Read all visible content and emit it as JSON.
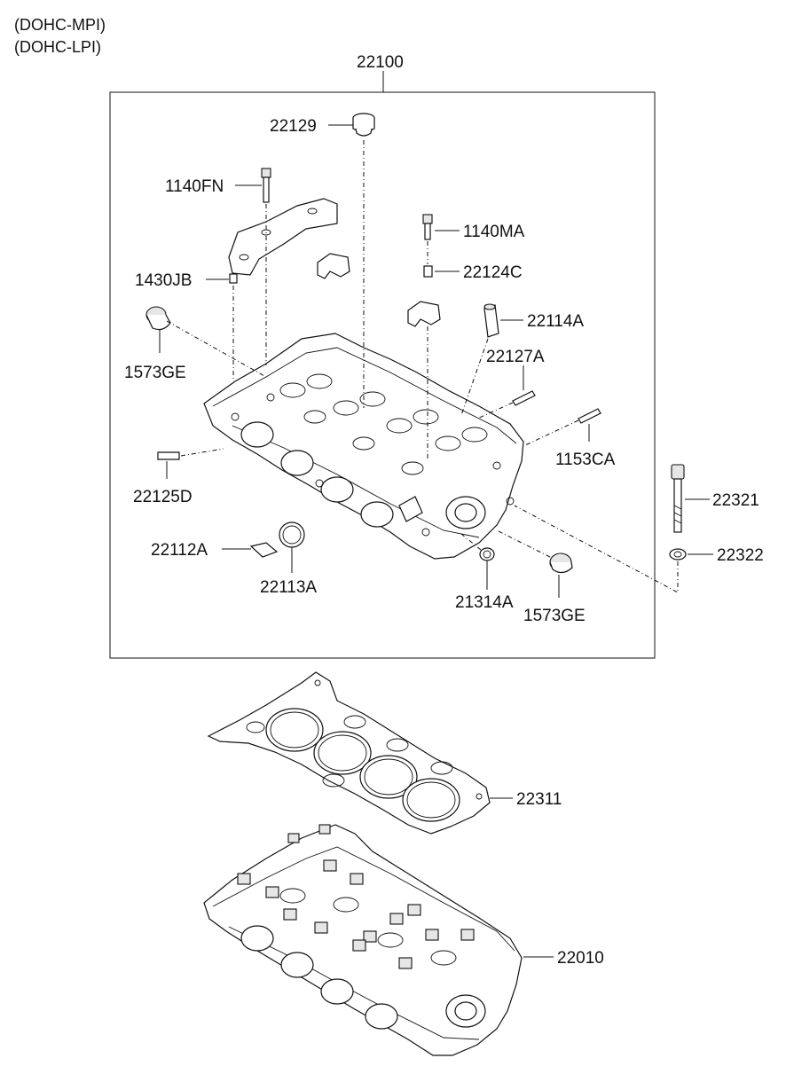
{
  "engine_variants": [
    "(DOHC-MPI)",
    "(DOHC-LPI)"
  ],
  "parts": {
    "assembly": "22100",
    "plug": "22129",
    "bolt_fn": "1140FN",
    "bolt_ma": "1140MA",
    "pin": "1430JB",
    "dowel": "22124C",
    "cap_plug_left": "1573GE",
    "sleeve": "22114A",
    "stud_a": "22127A",
    "stud_ca": "1153CA",
    "stud_d": "22125D",
    "head_bolt": "22321",
    "washer": "22322",
    "seal_a": "22112A",
    "ring": "22113A",
    "oring": "21314A",
    "cap_plug_right": "1573GE",
    "gasket": "22311",
    "head_complete": "22010"
  }
}
